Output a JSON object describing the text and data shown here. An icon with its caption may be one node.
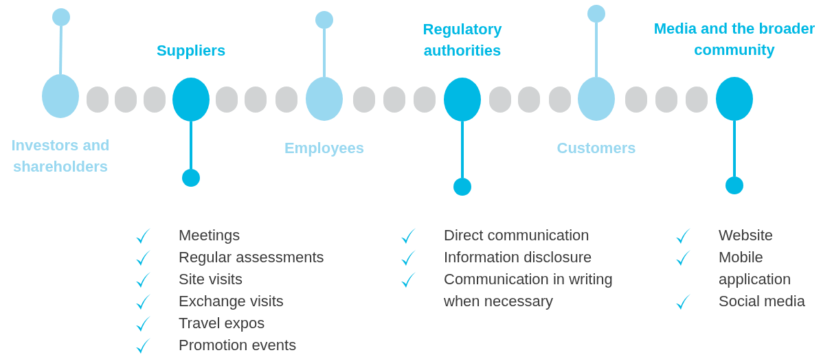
{
  "diagram": {
    "nodes": [
      {
        "text": [
          "Investors and shareholders"
        ]
      },
      {
        "text": [
          "Suppliers"
        ]
      },
      {
        "text": [
          "Employees"
        ]
      },
      {
        "text": [
          "Regulatory authorities"
        ]
      },
      {
        "text": [
          "Customers"
        ]
      },
      {
        "text": [
          "Media and the broader community"
        ]
      },
      {
        "text": [],
        "shape": "circle"
      },
      {
        "text": [],
        "shape": "circle"
      },
      {
        "text": [],
        "shape": "circle"
      },
      {
        "text": [],
        "shape": "circle"
      },
      {
        "text": [],
        "shape": "circle"
      },
      {
        "text": [],
        "shape": "circle"
      },
      {
        "text": [],
        "shape": "circle"
      },
      {
        "text": [],
        "shape": "circle"
      },
      {
        "text": [],
        "shape": "circle"
      },
      {
        "text": [],
        "shape": "circle"
      },
      {
        "text": [],
        "shape": "circle"
      },
      {
        "text": [],
        "shape": "circle"
      },
      {
        "text": [],
        "shape": "circle"
      },
      {
        "text": [],
        "shape": "circle"
      },
      {
        "text": [],
        "shape": "circle"
      },
      {
        "text": [],
        "shape": "circle"
      },
      {
        "text": [],
        "shape": "circle"
      },
      {
        "text": [],
        "shape": "circle"
      },
      {
        "text": [],
        "shape": "circle"
      },
      {
        "text": [],
        "shape": "circle"
      },
      {
        "text": [],
        "shape": "circle"
      }
    ],
    "edges": [
      {
        "from": 0,
        "to": 6,
        "arrow": "none",
        "color": "#99d8f0"
      },
      {
        "from": 1,
        "to": 7,
        "arrow": "none",
        "color": "#00b9e4"
      },
      {
        "from": 2,
        "to": 8,
        "arrow": "none",
        "color": "#99d8f0"
      },
      {
        "from": 3,
        "to": 9,
        "arrow": "none",
        "color": "#00b9e4"
      },
      {
        "from": 4,
        "to": 10,
        "arrow": "none",
        "color": "#99d8f0"
      },
      {
        "from": 5,
        "to": 11,
        "arrow": "none",
        "color": "#00b9e4"
      }
    ],
    "labels": [
      "Meetings",
      "Regular assessments",
      "Site visits",
      "Exchange visits",
      "Travel expos",
      "Promotion events",
      "Direct communication",
      "Information disclosure",
      "Communication in writing when necessary",
      "Website",
      "Mobile application",
      "Social media"
    ]
  }
}
